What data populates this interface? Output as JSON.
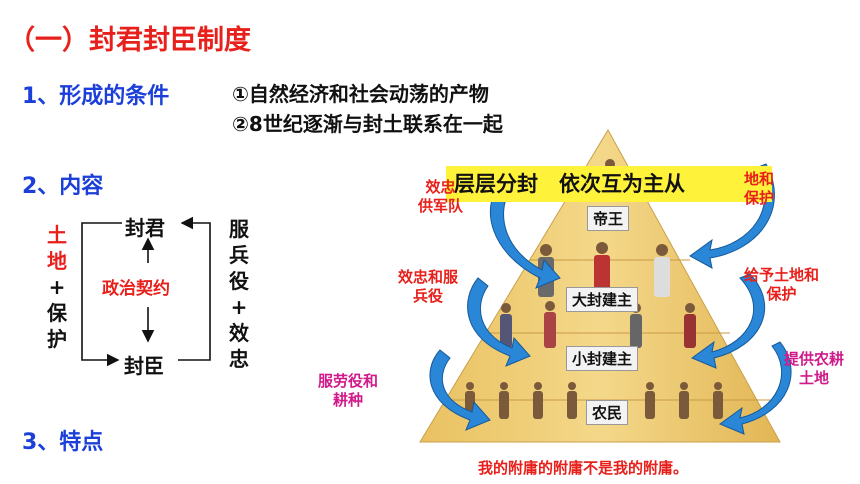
{
  "title": "（一）封君封臣制度",
  "section1": {
    "heading": "1、形成的条件",
    "items": [
      "①自然经济和社会动荡的产物",
      "②8世纪逐渐与封土联系在一起"
    ]
  },
  "section2": {
    "heading": "2、内容",
    "lord": "封君",
    "vassal": "封臣",
    "contract": "政治契约",
    "left_side": [
      "土",
      "地",
      "+",
      "保",
      "护"
    ],
    "right_side": [
      "服",
      "兵",
      "役",
      "+",
      "效",
      "忠"
    ]
  },
  "section3": {
    "heading": "3、特点"
  },
  "pyramid": {
    "banner": "层层分封　依次互为主从",
    "tiers": [
      "帝王",
      "大封建主",
      "小封建主",
      "农民"
    ],
    "labels": {
      "top_left": "效忠\n供军队",
      "top_right": "地和\n保护",
      "mid_left": "效忠和服\n兵役",
      "mid_right": "给予土地和\n保护",
      "low_left": "服劳役和\n耕种",
      "low_right": "提供农耕\n土地"
    },
    "caption": "我的附庸的附庸不是我的附庸。"
  },
  "colors": {
    "title": "#e8201b",
    "heading": "#1b3fd8",
    "banner": "#fff23a",
    "pyramid": "#eec96a"
  }
}
